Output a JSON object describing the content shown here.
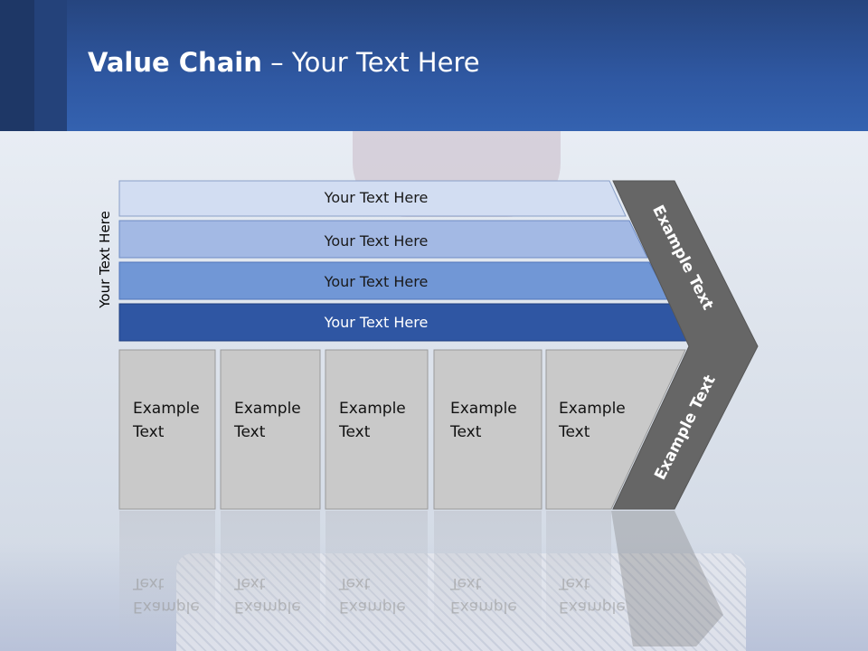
{
  "slide": {
    "title_bold": "Value Chain",
    "title_rest": " – Your Text Here",
    "side_label": "Your Text Here"
  },
  "bars": [
    {
      "label": "Your Text Here",
      "color": "#d2ddf2"
    },
    {
      "label": "Your Text Here",
      "color": "#a3b9e4"
    },
    {
      "label": "Your Text Here",
      "color": "#7197d6"
    },
    {
      "label": "Your Text Here",
      "color": "#2f56a3"
    }
  ],
  "cells": [
    {
      "line1": "Example",
      "line2": "Text"
    },
    {
      "line1": "Example",
      "line2": "Text"
    },
    {
      "line1": "Example",
      "line2": "Text"
    },
    {
      "line1": "Example",
      "line2": "Text"
    },
    {
      "line1": "Example",
      "line2": "Text"
    }
  ],
  "arrow": {
    "upper_label": "Example Text",
    "lower_label": "Example Text",
    "color": "#666666"
  },
  "colors": {
    "header": "#2f58a2",
    "cell_fill": "#c9c9c9",
    "cell_border": "#9a9a9a"
  }
}
